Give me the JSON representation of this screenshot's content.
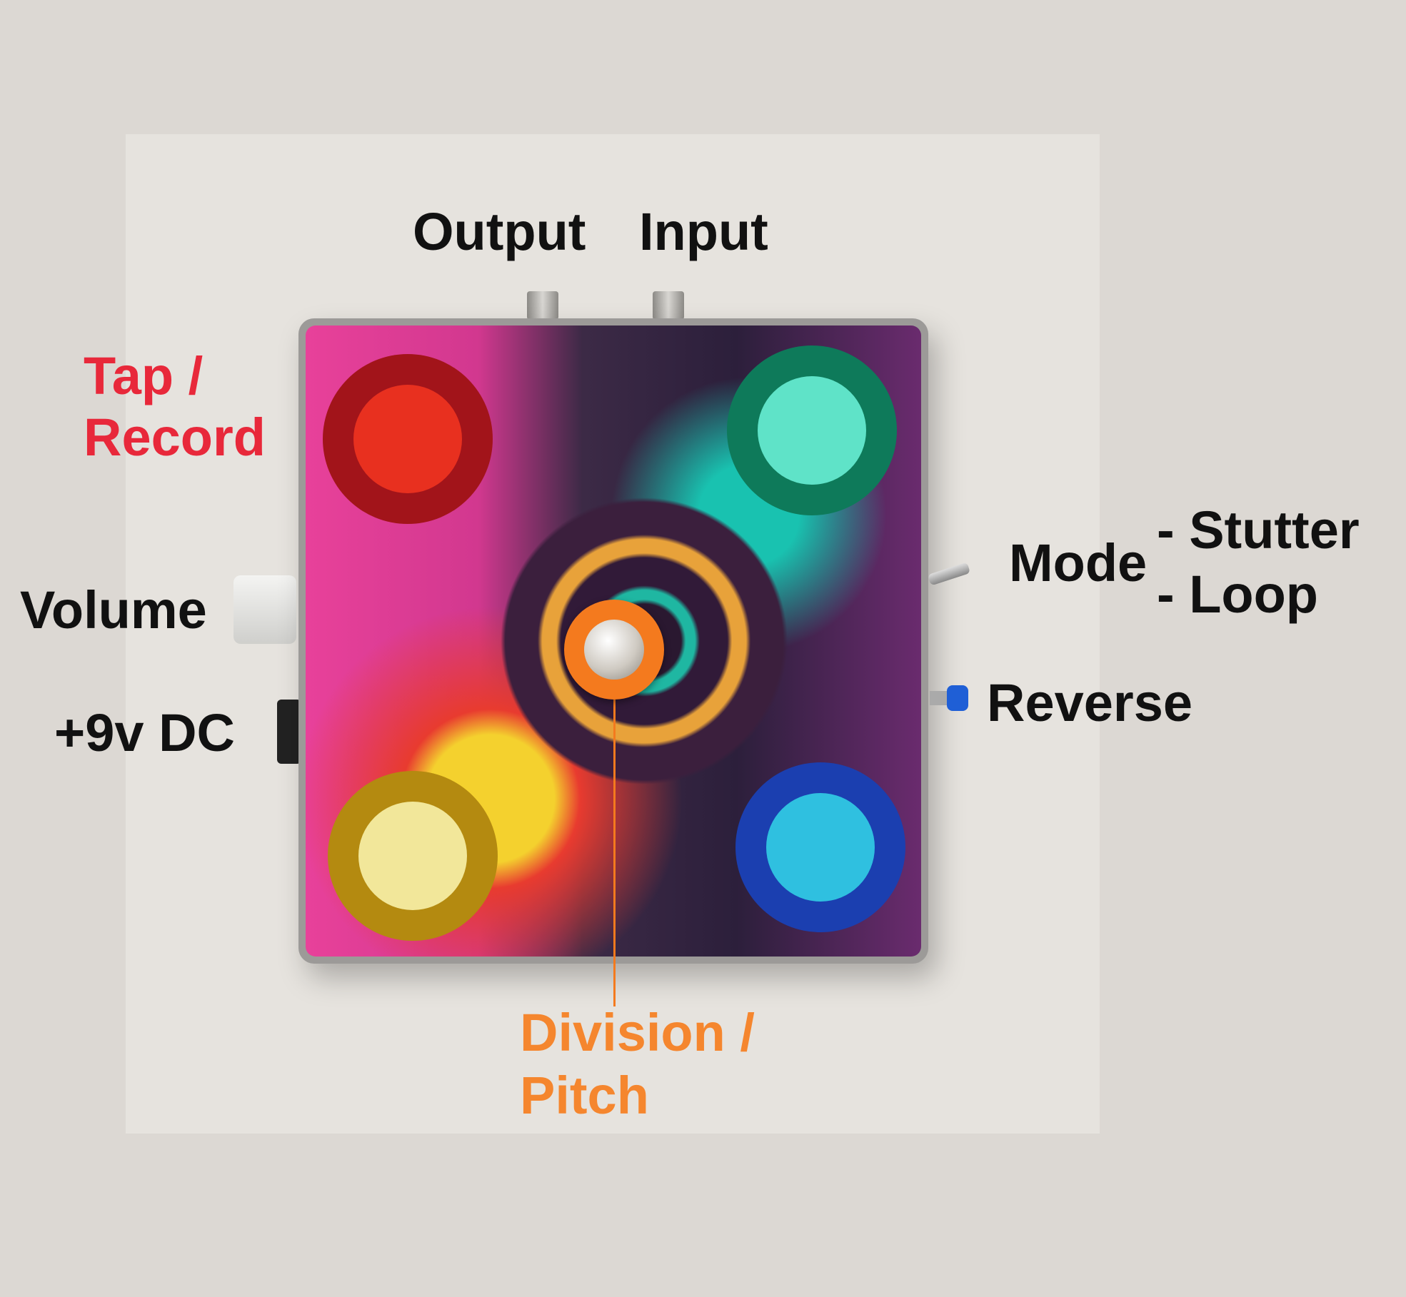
{
  "labels": {
    "output": "Output",
    "input": "Input",
    "tap_record_line1": "Tap /",
    "tap_record_line2": "Record",
    "volume": "Volume",
    "dc": "+9v DC",
    "mode": "Mode",
    "mode_stutter": "- Stutter",
    "mode_loop": "- Loop",
    "reverse": "Reverse",
    "division_line1": "Division /",
    "division_line2": "Pitch"
  },
  "colors": {
    "tap_label": "#e8283a",
    "division_label": "#f5862e",
    "red_button": "#e8301f",
    "teal_button": "#5fe3c8",
    "yellow_button": "#f2e79a",
    "blue_button": "#2fc0e0"
  }
}
